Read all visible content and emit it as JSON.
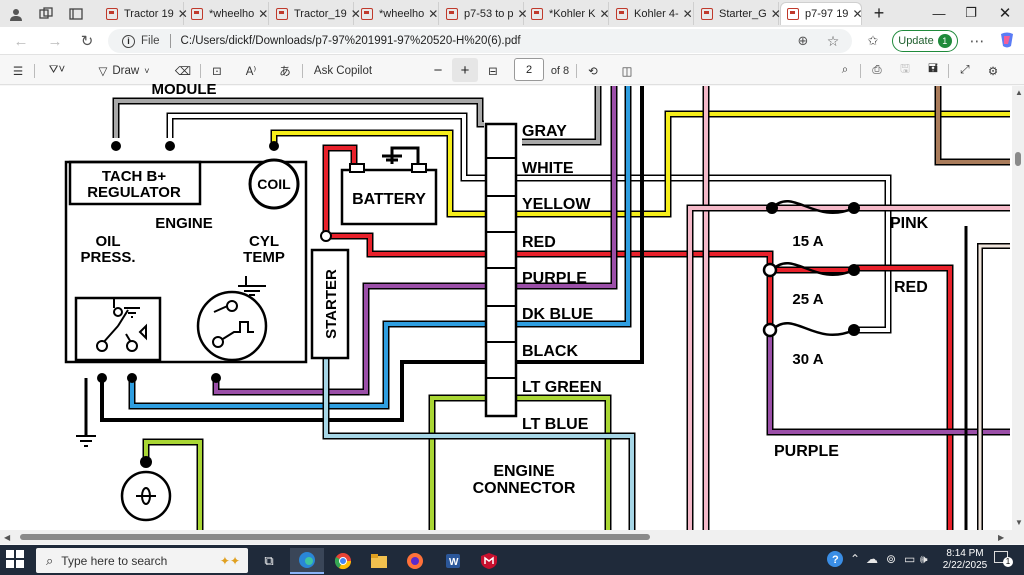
{
  "tabs": [
    {
      "label": "Tractor 19",
      "active": false
    },
    {
      "label": "*wheelho",
      "active": false
    },
    {
      "label": "Tractor_19",
      "active": false
    },
    {
      "label": "*wheelho",
      "active": false
    },
    {
      "label": "p7-53 to p",
      "active": false
    },
    {
      "label": "*Kohler K",
      "active": false
    },
    {
      "label": "Kohler 4-",
      "active": false
    },
    {
      "label": "Starter_G",
      "active": false
    },
    {
      "label": "p7-97 19",
      "active": true
    }
  ],
  "address": {
    "file_label": "File",
    "url": "C:/Users/dickf/Downloads/p7-97%201991-97%20520-H%20(6).pdf"
  },
  "update_button": {
    "label": "Update",
    "badge": "1"
  },
  "pdf_toolbar": {
    "draw_label": "Draw",
    "ask_copilot_label": "Ask Copilot",
    "page_current": "2",
    "page_total": "of 8"
  },
  "diagram": {
    "module_label": "MODULE",
    "tach_label_1": "TACH B+",
    "tach_label_2": "REGULATOR",
    "engine_label": "ENGINE",
    "coil_label": "COIL",
    "battery_label": "BATTERY",
    "oil_label_1": "OIL",
    "oil_label_2": "PRESS.",
    "cyl_label_1": "CYL",
    "cyl_label_2": "TEMP",
    "starter_label": "STARTER",
    "connector_label_1": "ENGINE",
    "connector_label_2": "CONNECTOR",
    "wire_labels": [
      "GRAY",
      "WHITE",
      "YELLOW",
      "RED",
      "PURPLE",
      "DK BLUE",
      "BLACK",
      "LT GREEN",
      "LT BLUE"
    ],
    "fuse_labels": [
      "15 A",
      "25 A",
      "30 A"
    ],
    "pink_label": "PINK",
    "red_label": "RED",
    "purple_label": "PURPLE"
  },
  "colors": {
    "gray": "#a8a8a8",
    "yellow": "#f6ee1b",
    "red": "#e8212b",
    "purple": "#9b4fa8",
    "dk_blue": "#2f9ee0",
    "black": "#111111",
    "lt_green": "#a9d634",
    "lt_blue": "#a6d6e6",
    "pink": "#f4b8c8",
    "brown": "#a97b5a"
  },
  "taskbar": {
    "search_placeholder": "Type here to search",
    "time": "8:14 PM",
    "date": "2/22/2025",
    "notif_badge": "1"
  }
}
